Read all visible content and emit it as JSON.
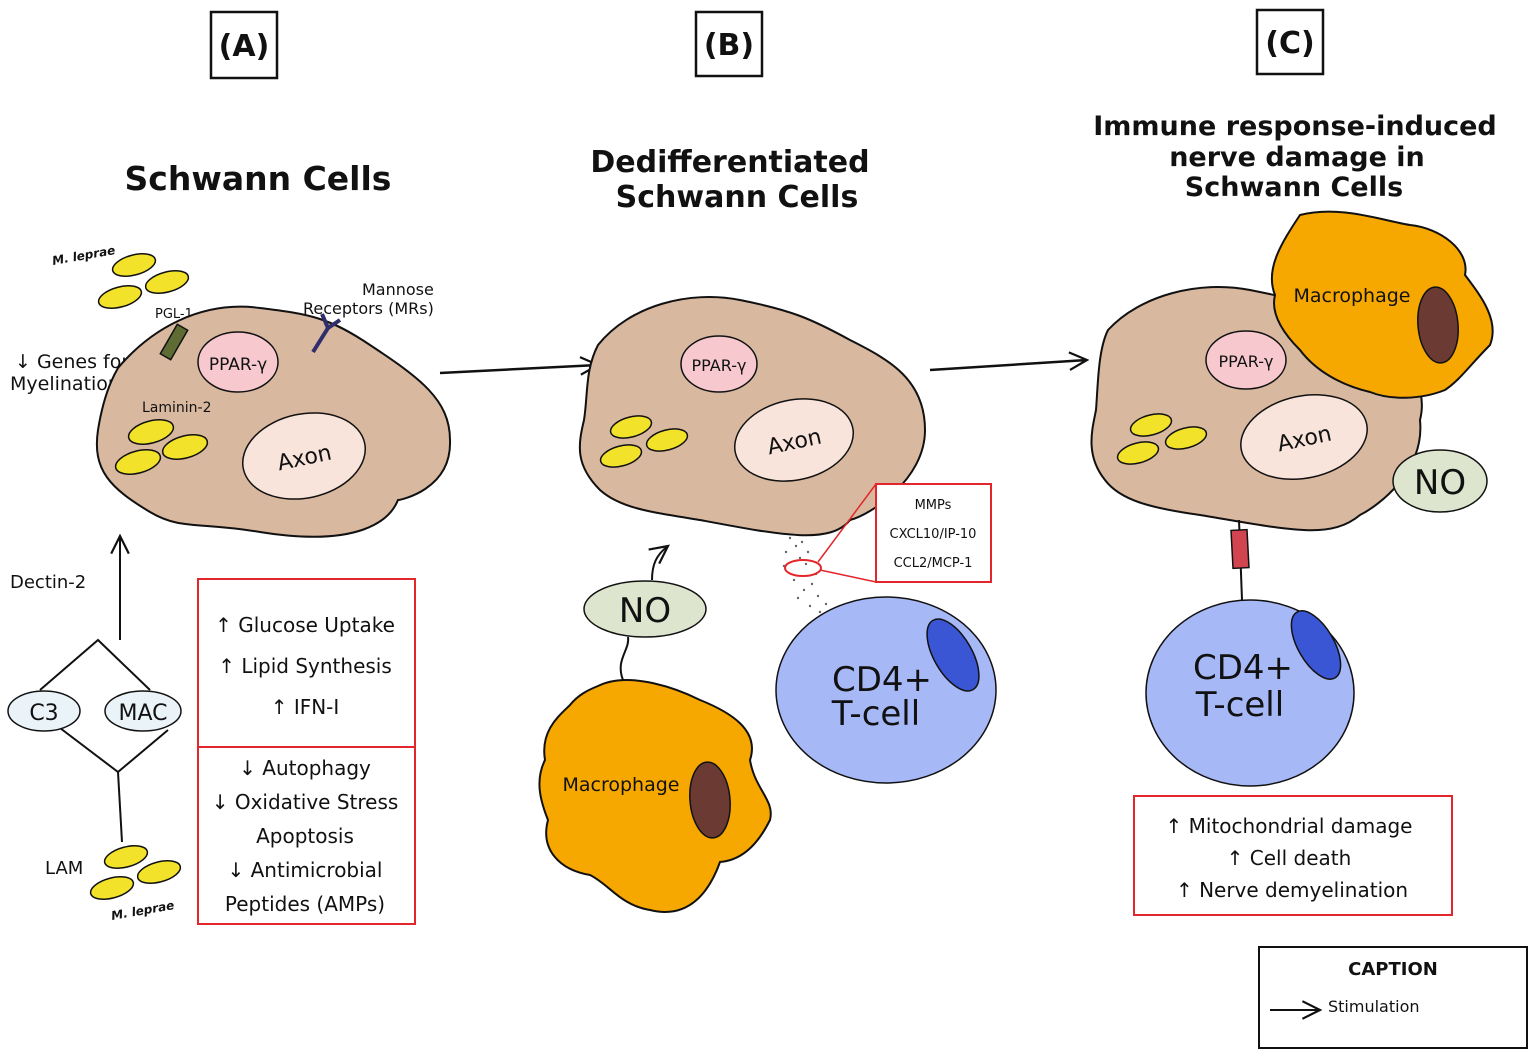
{
  "panels": {
    "a": {
      "label": "(A)",
      "title": "Schwann Cells"
    },
    "b": {
      "label": "(B)",
      "title_line1": "Dedifferentiated",
      "title_line2": "Schwann Cells"
    },
    "c": {
      "label": "(C)",
      "title_line1": "Immune response-induced",
      "title_line2": "nerve damage in",
      "title_line3": "Schwann Cells"
    }
  },
  "panel_a": {
    "pathogen_top": "M. leprae",
    "pgl1": "PGL-1",
    "mannose_line1": "Mannose",
    "mannose_line2": "Receptors (MRs)",
    "genes_line1": "↓ Genes for",
    "genes_line2": "Myelination",
    "laminin": "Laminin-2",
    "pparg": "PPAR-γ",
    "axon": "Axon",
    "dectin": "Dectin-2",
    "c3": "C3",
    "mac": "MAC",
    "lam": "LAM",
    "pathogen_bottom": "M. leprae",
    "effects_up": [
      "↑ Glucose Uptake",
      "↑ Lipid Synthesis",
      "↑ IFN-I"
    ],
    "effects_down": [
      "↓ Autophagy",
      "↓ Oxidative Stress",
      "Apoptosis",
      "↓ Antimicrobial",
      "Peptides (AMPs)"
    ]
  },
  "panel_b": {
    "pparg": "PPAR-γ",
    "axon": "Axon",
    "secreted": [
      "MMPs",
      "CXCL10/IP-10",
      "CCL2/MCP-1"
    ],
    "no": "NO",
    "macrophage": "Macrophage",
    "tcell_line1": "CD4+",
    "tcell_line2": "T-cell"
  },
  "panel_c": {
    "macrophage": "Macrophage",
    "pparg": "PPAR-γ",
    "axon": "Axon",
    "no": "NO",
    "tcell_line1": "CD4+",
    "tcell_line2": "T-cell",
    "outcomes": [
      "↑ Mitochondrial damage",
      "↑ Cell death",
      "↑ Nerve demyelination"
    ]
  },
  "caption": {
    "title": "CAPTION",
    "stimulation": "Stimulation"
  },
  "colors": {
    "cell_body": "#d9b8a0",
    "nucleus": "#f9e4dc",
    "pparg": "#f7c9cf",
    "bacteria": "#f2e32a",
    "macrophage": "#f7a800",
    "macrophage_nucleus": "#6b3b33",
    "tcell": "#a7b8f7",
    "tcell_nucleus": "#3a56d4",
    "no_oval": "#dde5cf",
    "c3_oval": "#eaf3f8",
    "highlight_box": "#e3262b",
    "pgl1_stalk": "#5e6b33",
    "receptor": "#2f2d6b",
    "damage_link": "#d0454f"
  }
}
